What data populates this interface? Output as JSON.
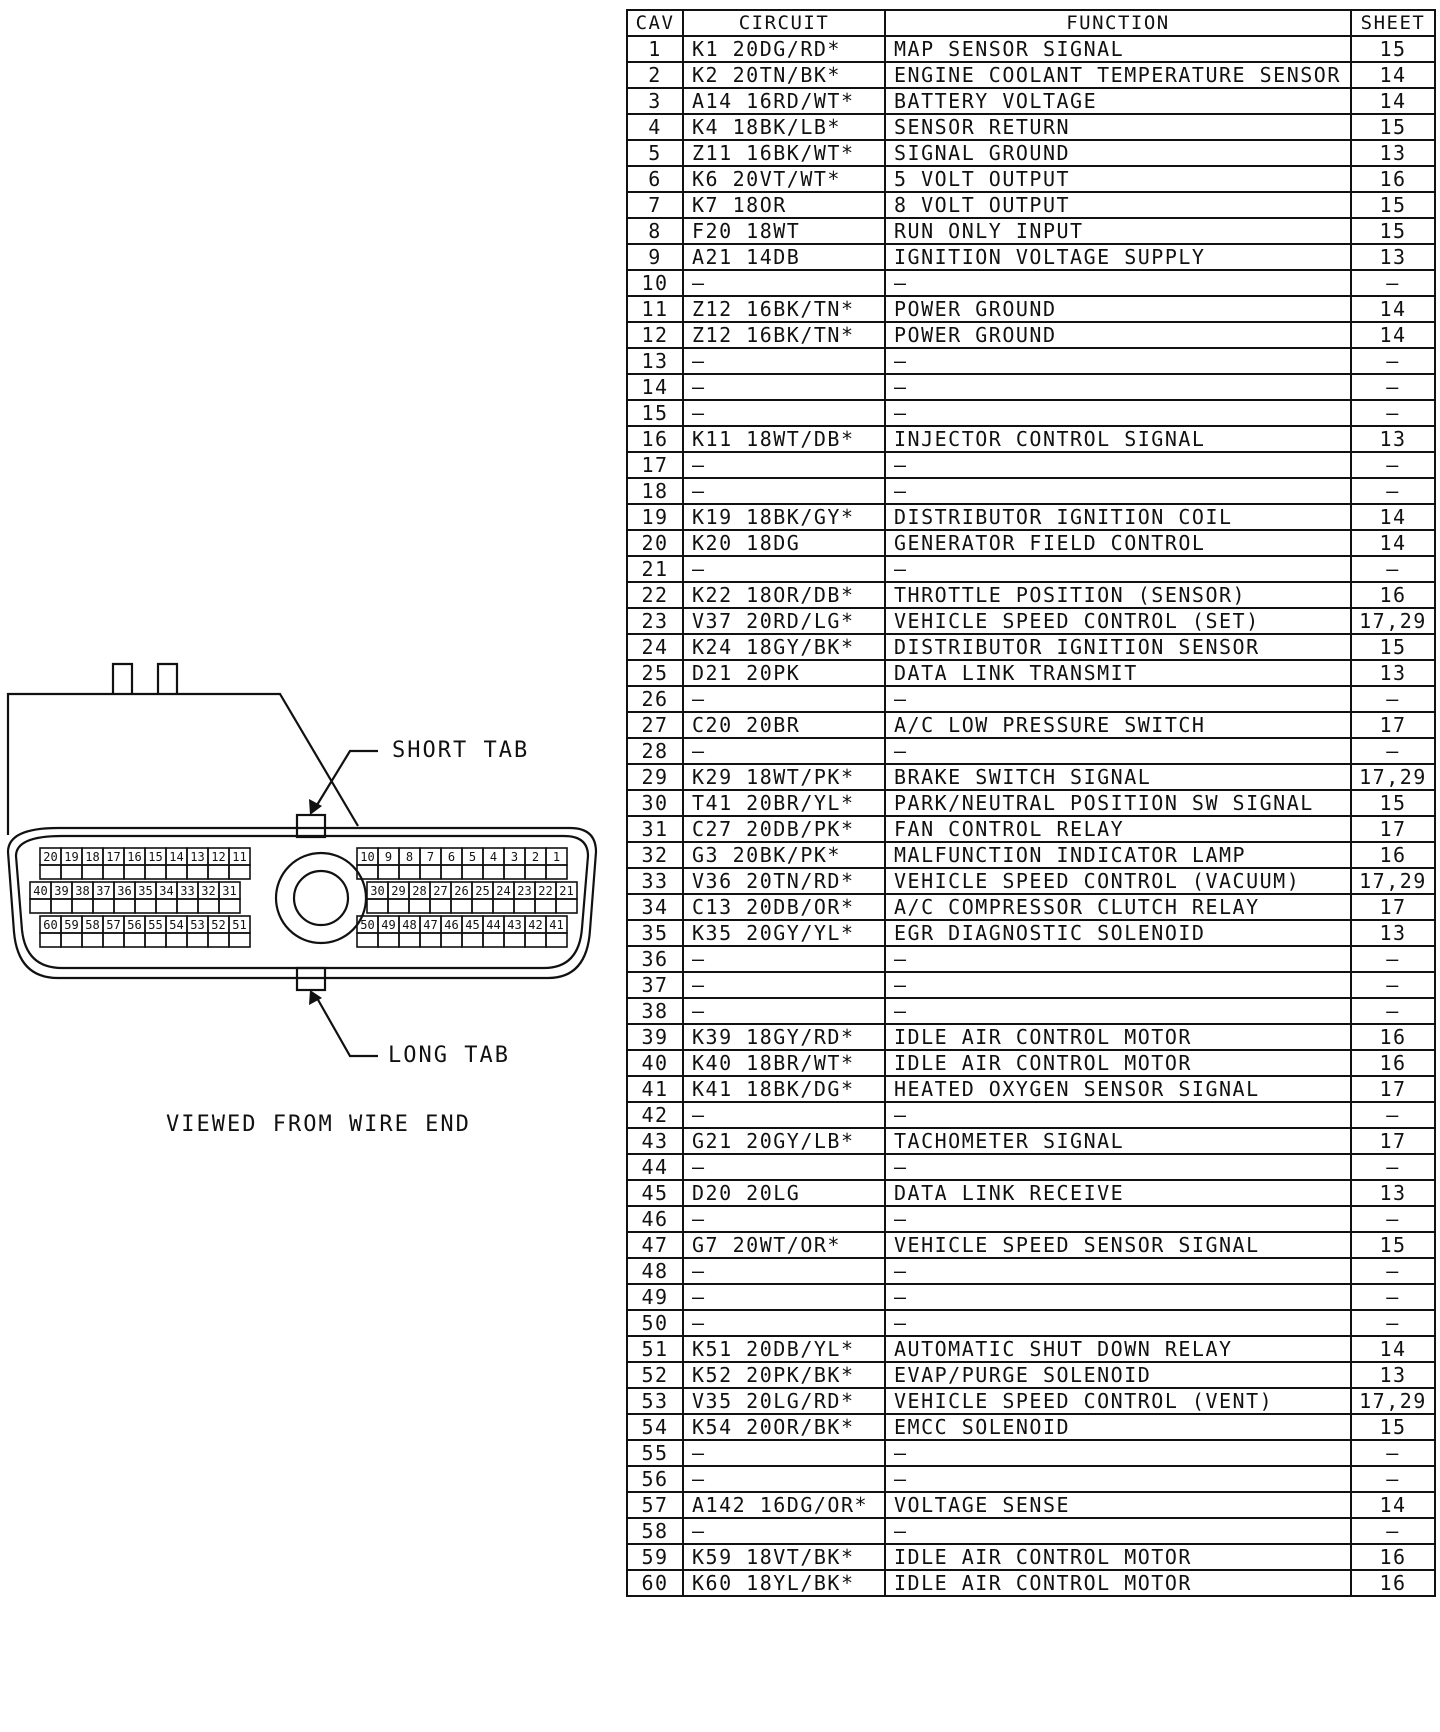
{
  "diagram": {
    "short_tab_label": "SHORT TAB",
    "long_tab_label": "LONG TAB",
    "caption": "VIEWED FROM WIRE END",
    "pin_rows": [
      [
        "20",
        "19",
        "18",
        "17",
        "16",
        "15",
        "14",
        "13",
        "12",
        "11"
      ],
      [
        "40",
        "39",
        "38",
        "37",
        "36",
        "35",
        "34",
        "33",
        "32",
        "31"
      ],
      [
        "60",
        "59",
        "58",
        "57",
        "56",
        "55",
        "54",
        "53",
        "52",
        "51"
      ],
      [
        "10",
        "9",
        "8",
        "7",
        "6",
        "5",
        "4",
        "3",
        "2",
        "1"
      ],
      [
        "30",
        "29",
        "28",
        "27",
        "26",
        "25",
        "24",
        "23",
        "22",
        "21"
      ],
      [
        "50",
        "49",
        "48",
        "47",
        "46",
        "45",
        "44",
        "43",
        "42",
        "41"
      ]
    ]
  },
  "table": {
    "headers": {
      "cav": "CAV",
      "circuit": "CIRCUIT",
      "function": "FUNCTION",
      "sheet": "SHEET"
    },
    "rows": [
      {
        "cav": "1",
        "circuit": "K1 20DG/RD*",
        "function": "MAP SENSOR SIGNAL",
        "sheet": "15"
      },
      {
        "cav": "2",
        "circuit": "K2 20TN/BK*",
        "function": "ENGINE COOLANT TEMPERATURE SENSOR",
        "sheet": "14"
      },
      {
        "cav": "3",
        "circuit": "A14 16RD/WT*",
        "function": "BATTERY VOLTAGE",
        "sheet": "14"
      },
      {
        "cav": "4",
        "circuit": "K4 18BK/LB*",
        "function": "SENSOR RETURN",
        "sheet": "15"
      },
      {
        "cav": "5",
        "circuit": "Z11 16BK/WT*",
        "function": "SIGNAL GROUND",
        "sheet": "13"
      },
      {
        "cav": "6",
        "circuit": "K6 20VT/WT*",
        "function": "5 VOLT OUTPUT",
        "sheet": "16"
      },
      {
        "cav": "7",
        "circuit": "K7 18OR",
        "function": "8 VOLT OUTPUT",
        "sheet": "15"
      },
      {
        "cav": "8",
        "circuit": "F20 18WT",
        "function": "RUN ONLY INPUT",
        "sheet": "15"
      },
      {
        "cav": "9",
        "circuit": "A21 14DB",
        "function": "IGNITION VOLTAGE SUPPLY",
        "sheet": "13"
      },
      {
        "cav": "10",
        "circuit": "—",
        "function": "—",
        "sheet": "—"
      },
      {
        "cav": "11",
        "circuit": "Z12 16BK/TN*",
        "function": "POWER GROUND",
        "sheet": "14"
      },
      {
        "cav": "12",
        "circuit": "Z12 16BK/TN*",
        "function": "POWER GROUND",
        "sheet": "14"
      },
      {
        "cav": "13",
        "circuit": "—",
        "function": "—",
        "sheet": "—"
      },
      {
        "cav": "14",
        "circuit": "—",
        "function": "—",
        "sheet": "—"
      },
      {
        "cav": "15",
        "circuit": "—",
        "function": "—",
        "sheet": "—"
      },
      {
        "cav": "16",
        "circuit": "K11 18WT/DB*",
        "function": "INJECTOR CONTROL SIGNAL",
        "sheet": "13"
      },
      {
        "cav": "17",
        "circuit": "—",
        "function": "—",
        "sheet": "—"
      },
      {
        "cav": "18",
        "circuit": "—",
        "function": "—",
        "sheet": "—"
      },
      {
        "cav": "19",
        "circuit": "K19 18BK/GY*",
        "function": "DISTRIBUTOR IGNITION COIL",
        "sheet": "14"
      },
      {
        "cav": "20",
        "circuit": "K20 18DG",
        "function": "GENERATOR FIELD CONTROL",
        "sheet": "14"
      },
      {
        "cav": "21",
        "circuit": "—",
        "function": "—",
        "sheet": "—"
      },
      {
        "cav": "22",
        "circuit": "K22 18OR/DB*",
        "function": "THROTTLE POSITION (SENSOR)",
        "sheet": "16"
      },
      {
        "cav": "23",
        "circuit": "V37 20RD/LG*",
        "function": "VEHICLE SPEED CONTROL (SET)",
        "sheet": "17,29"
      },
      {
        "cav": "24",
        "circuit": "K24 18GY/BK*",
        "function": "DISTRIBUTOR IGNITION SENSOR",
        "sheet": "15"
      },
      {
        "cav": "25",
        "circuit": "D21 20PK",
        "function": "DATA LINK TRANSMIT",
        "sheet": "13"
      },
      {
        "cav": "26",
        "circuit": "—",
        "function": "—",
        "sheet": "—"
      },
      {
        "cav": "27",
        "circuit": "C20 20BR",
        "function": "A/C LOW PRESSURE SWITCH",
        "sheet": "17"
      },
      {
        "cav": "28",
        "circuit": "—",
        "function": "—",
        "sheet": "—"
      },
      {
        "cav": "29",
        "circuit": "K29 18WT/PK*",
        "function": "BRAKE SWITCH SIGNAL",
        "sheet": "17,29"
      },
      {
        "cav": "30",
        "circuit": "T41 20BR/YL*",
        "function": "PARK/NEUTRAL POSITION SW SIGNAL",
        "sheet": "15"
      },
      {
        "cav": "31",
        "circuit": "C27 20DB/PK*",
        "function": "FAN CONTROL RELAY",
        "sheet": "17"
      },
      {
        "cav": "32",
        "circuit": "G3 20BK/PK*",
        "function": "MALFUNCTION INDICATOR LAMP",
        "sheet": "16"
      },
      {
        "cav": "33",
        "circuit": "V36 20TN/RD*",
        "function": "VEHICLE SPEED CONTROL (VACUUM)",
        "sheet": "17,29"
      },
      {
        "cav": "34",
        "circuit": "C13 20DB/OR*",
        "function": "A/C COMPRESSOR CLUTCH RELAY",
        "sheet": "17"
      },
      {
        "cav": "35",
        "circuit": "K35 20GY/YL*",
        "function": "EGR DIAGNOSTIC SOLENOID",
        "sheet": "13"
      },
      {
        "cav": "36",
        "circuit": "—",
        "function": "—",
        "sheet": "—"
      },
      {
        "cav": "37",
        "circuit": "—",
        "function": "—",
        "sheet": "—"
      },
      {
        "cav": "38",
        "circuit": "—",
        "function": "—",
        "sheet": "—"
      },
      {
        "cav": "39",
        "circuit": "K39 18GY/RD*",
        "function": "IDLE AIR CONTROL MOTOR",
        "sheet": "16"
      },
      {
        "cav": "40",
        "circuit": "K40 18BR/WT*",
        "function": "IDLE AIR CONTROL MOTOR",
        "sheet": "16"
      },
      {
        "cav": "41",
        "circuit": "K41 18BK/DG*",
        "function": "HEATED OXYGEN SENSOR SIGNAL",
        "sheet": "17"
      },
      {
        "cav": "42",
        "circuit": "—",
        "function": "—",
        "sheet": "—"
      },
      {
        "cav": "43",
        "circuit": "G21 20GY/LB*",
        "function": "TACHOMETER SIGNAL",
        "sheet": "17"
      },
      {
        "cav": "44",
        "circuit": "—",
        "function": "—",
        "sheet": "—"
      },
      {
        "cav": "45",
        "circuit": "D20 20LG",
        "function": "DATA LINK RECEIVE",
        "sheet": "13"
      },
      {
        "cav": "46",
        "circuit": "—",
        "function": "—",
        "sheet": "—"
      },
      {
        "cav": "47",
        "circuit": "G7 20WT/OR*",
        "function": "VEHICLE SPEED SENSOR SIGNAL",
        "sheet": "15"
      },
      {
        "cav": "48",
        "circuit": "—",
        "function": "—",
        "sheet": "—"
      },
      {
        "cav": "49",
        "circuit": "—",
        "function": "—",
        "sheet": "—"
      },
      {
        "cav": "50",
        "circuit": "—",
        "function": "—",
        "sheet": "—"
      },
      {
        "cav": "51",
        "circuit": "K51 20DB/YL*",
        "function": "AUTOMATIC SHUT DOWN RELAY",
        "sheet": "14"
      },
      {
        "cav": "52",
        "circuit": "K52 20PK/BK*",
        "function": "EVAP/PURGE SOLENOID",
        "sheet": "13"
      },
      {
        "cav": "53",
        "circuit": "V35 20LG/RD*",
        "function": "VEHICLE SPEED CONTROL (VENT)",
        "sheet": "17,29"
      },
      {
        "cav": "54",
        "circuit": "K54 20OR/BK*",
        "function": "EMCC SOLENOID",
        "sheet": "15"
      },
      {
        "cav": "55",
        "circuit": "—",
        "function": "—",
        "sheet": "—"
      },
      {
        "cav": "56",
        "circuit": "—",
        "function": "—",
        "sheet": "—"
      },
      {
        "cav": "57",
        "circuit": "A142 16DG/OR*",
        "function": "VOLTAGE SENSE",
        "sheet": "14"
      },
      {
        "cav": "58",
        "circuit": "—",
        "function": "—",
        "sheet": "—"
      },
      {
        "cav": "59",
        "circuit": "K59 18VT/BK*",
        "function": "IDLE AIR CONTROL MOTOR",
        "sheet": "16"
      },
      {
        "cav": "60",
        "circuit": "K60 18YL/BK*",
        "function": "IDLE AIR CONTROL MOTOR",
        "sheet": "16"
      }
    ]
  }
}
